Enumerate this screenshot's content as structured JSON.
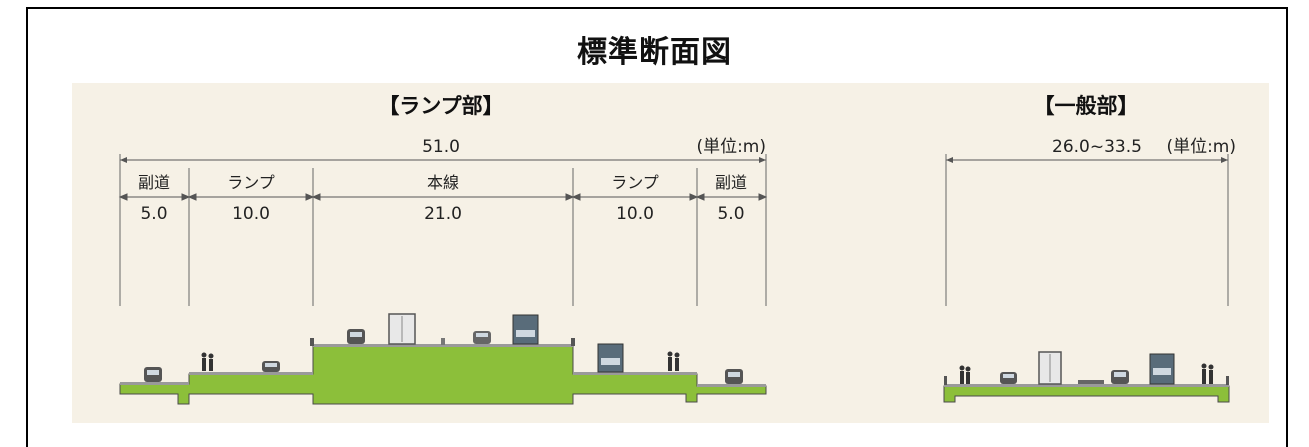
{
  "title": "標準断面図",
  "ramp_section": {
    "header": "【ランプ部】",
    "total_width": "51.0",
    "unit": "(単位:m)",
    "segments": [
      {
        "label": "副道",
        "width": "5.0"
      },
      {
        "label": "ランプ",
        "width": "10.0"
      },
      {
        "label": "本線",
        "width": "21.0"
      },
      {
        "label": "ランプ",
        "width": "10.0"
      },
      {
        "label": "副道",
        "width": "5.0"
      }
    ]
  },
  "general_section": {
    "header": "【一般部】",
    "width_range": "26.0~33.5",
    "unit": "(単位:m)"
  },
  "colors": {
    "ground": "#8cbf3a",
    "road": "#9a9a9a",
    "panel": "#f6f1e6"
  }
}
